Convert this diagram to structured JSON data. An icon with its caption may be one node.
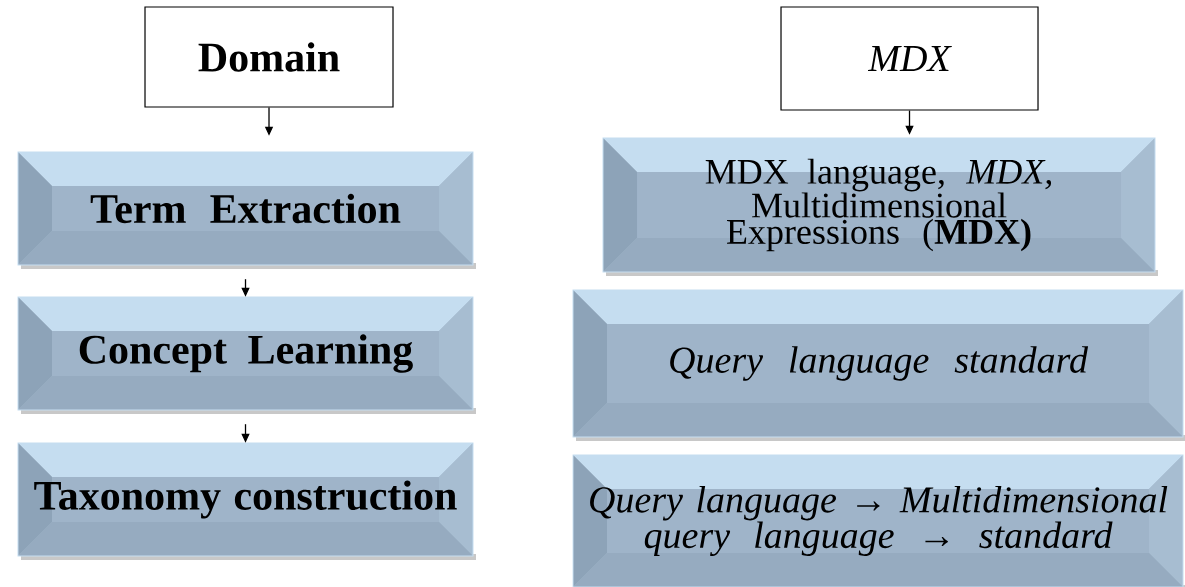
{
  "diagram": {
    "nodes": [
      {
        "text": [
          "Domain"
        ]
      },
      {
        "text": [
          "Term Extraction"
        ]
      },
      {
        "text": [
          "Concept Learning"
        ]
      },
      {
        "text": [
          "Taxonomy construction"
        ]
      },
      {
        "text": [
          "MDX"
        ]
      },
      {
        "text": [
          "MDX language, *MDX,* Multidimensional Expressions (**MDX)**"
        ]
      },
      {
        "text": [
          "Query language standard"
        ]
      },
      {
        "text": [
          "Query language → Multidimensional query language → standard"
        ]
      }
    ],
    "edges": [
      {
        "from": 0,
        "to": 1,
        "arrow": "to"
      },
      {
        "from": 1,
        "to": 2,
        "arrow": "to"
      },
      {
        "from": 2,
        "to": 3,
        "arrow": "to"
      },
      {
        "from": 4,
        "to": 5,
        "arrow": "to"
      }
    ]
  }
}
